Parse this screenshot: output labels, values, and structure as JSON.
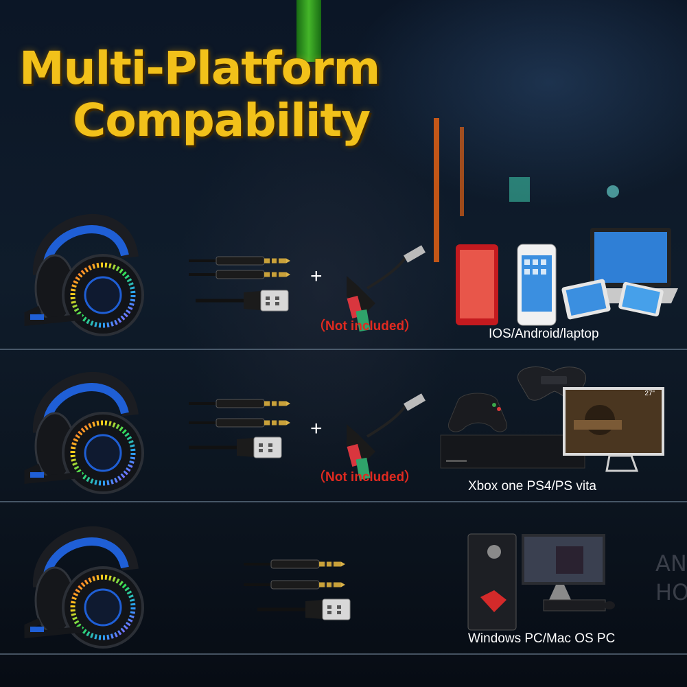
{
  "title": {
    "line1": "Multi-Platform",
    "line2": "Compability"
  },
  "rows": [
    {
      "adapter_note": "（Not included）",
      "platforms": "IOS/Android/laptop"
    },
    {
      "adapter_note": "（Not included）",
      "platforms": "Xbox one PS4/PS vita"
    },
    {
      "platforms": "Windows PC/Mac OS PC"
    }
  ],
  "plus_sign": "+",
  "monitor_size": "27\"",
  "background_text": {
    "line1": "AN",
    "line2": "HO"
  },
  "colors": {
    "title": "#f2c11a",
    "note": "#e02a20",
    "accent_blue": "#1f5fd6"
  }
}
